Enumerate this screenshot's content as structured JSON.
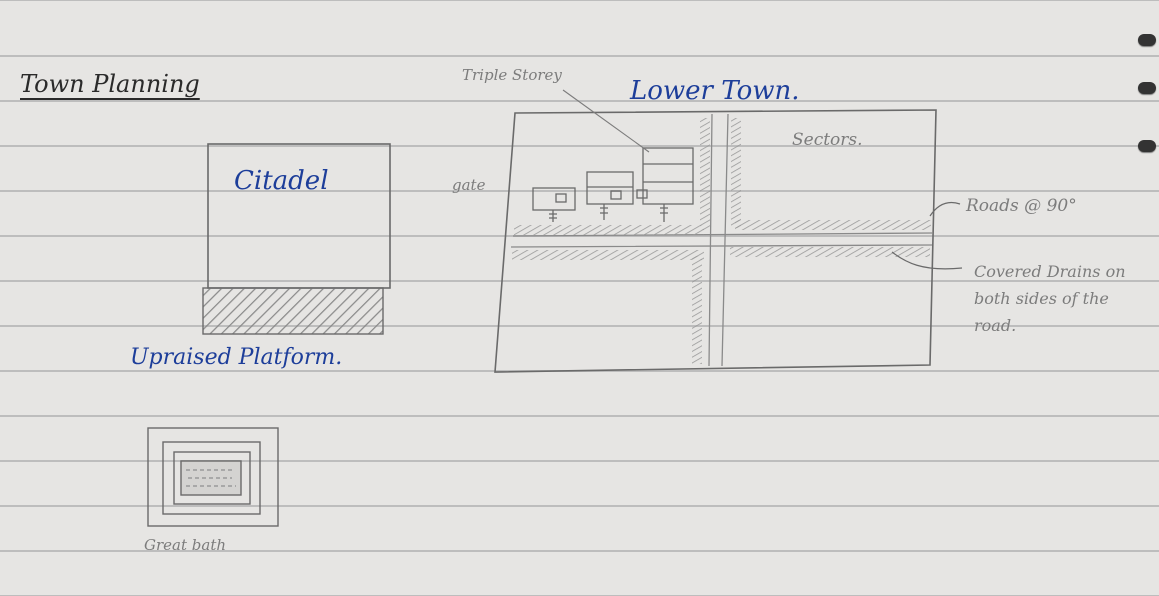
{
  "title": "Town Planning",
  "citadel": {
    "label": "Citadel",
    "platform_label": "Upraised Platform."
  },
  "lower_town": {
    "label": "Lower Town.",
    "annotations": {
      "triple_storey": "Triple Storey",
      "sectors": "Sectors.",
      "gate": "gate",
      "roads": "Roads @ 90°",
      "drains": "Covered Drains on both sides of the road."
    }
  },
  "bath": {
    "label": "Great bath"
  },
  "colors": {
    "paper": "#e6e5e3",
    "rule_line": "#bdbdbd",
    "ink_blue": "#1d3e9a",
    "pencil": "#7c7c7c"
  }
}
